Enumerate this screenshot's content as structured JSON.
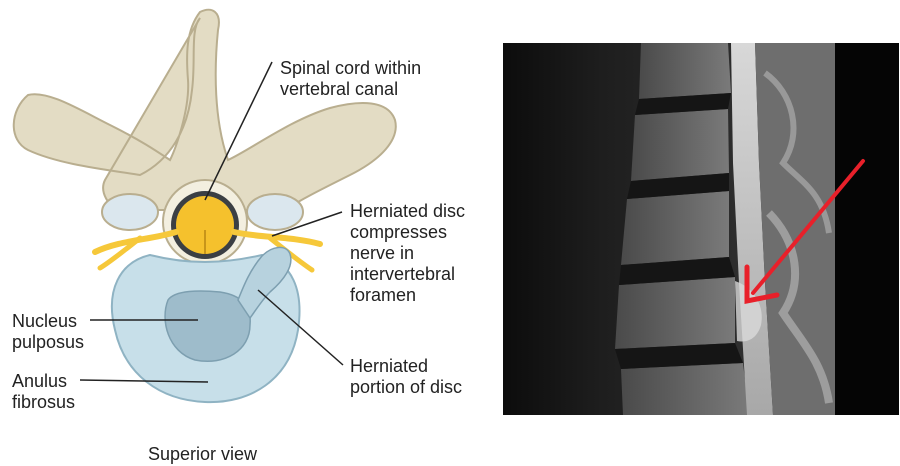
{
  "diagram": {
    "labels": {
      "spinal_cord": "Spinal cord within\nvertebral canal",
      "herniated_compresses": "Herniated disc\ncompresses\nnerve in\nintervertebral\nforamen",
      "nucleus": "Nucleus\npulposus",
      "anulus": "Anulus\nfibrosus",
      "herniated_portion": "Herniated\nportion of disc"
    },
    "caption": "Superior view"
  },
  "colors": {
    "bone": "#e3dcc4",
    "bone_edge": "#b9ae8f",
    "spinal_cord": "#f5c12d",
    "nerve": "#f6c83a",
    "disc": "#c7dfe9",
    "disc_edge": "#8fb3c3",
    "nucleus": "#9ebccb",
    "arrow": "#e8202a"
  },
  "mri": {
    "arrow_icon": "red-arrow-pointing-herniation"
  }
}
